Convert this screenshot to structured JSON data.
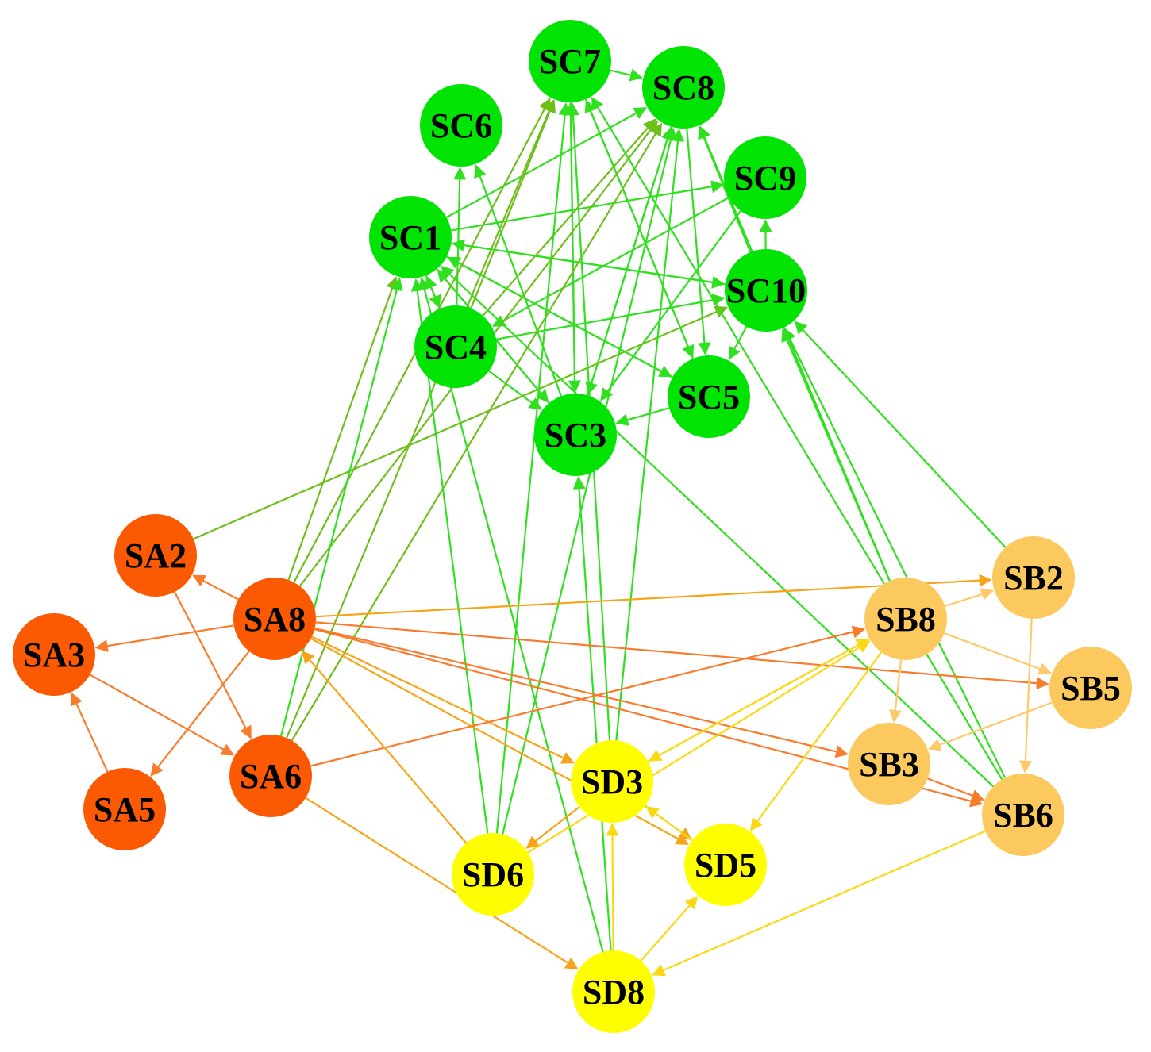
{
  "colors": {
    "SA": "#fb5a02",
    "SB": "#fcc95f",
    "SC": "#01e403",
    "SD": "#fefe01",
    "edge_SA": "#f97b2c",
    "edge_SB": "#fdc96a",
    "edge_SC": "#2fe01e",
    "edge_SC_dark": "#6fbf1a",
    "edge_SD": "#fbd814",
    "edge_SD_orange": "#f8a418"
  },
  "nodes": [
    {
      "id": "SC7",
      "label": "SC7",
      "group": "SC"
    },
    {
      "id": "SC8",
      "label": "SC8",
      "group": "SC"
    },
    {
      "id": "SC6",
      "label": "SC6",
      "group": "SC"
    },
    {
      "id": "SC9",
      "label": "SC9",
      "group": "SC"
    },
    {
      "id": "SC1",
      "label": "SC1",
      "group": "SC"
    },
    {
      "id": "SC10",
      "label": "SC10",
      "group": "SC"
    },
    {
      "id": "SC4",
      "label": "SC4",
      "group": "SC"
    },
    {
      "id": "SC5",
      "label": "SC5",
      "group": "SC"
    },
    {
      "id": "SC3",
      "label": "SC3",
      "group": "SC"
    },
    {
      "id": "SA2",
      "label": "SA2",
      "group": "SA"
    },
    {
      "id": "SA8",
      "label": "SA8",
      "group": "SA"
    },
    {
      "id": "SA3",
      "label": "SA3",
      "group": "SA"
    },
    {
      "id": "SA6",
      "label": "SA6",
      "group": "SA"
    },
    {
      "id": "SA5",
      "label": "SA5",
      "group": "SA"
    },
    {
      "id": "SB2",
      "label": "SB2",
      "group": "SB"
    },
    {
      "id": "SB8",
      "label": "SB8",
      "group": "SB"
    },
    {
      "id": "SB5",
      "label": "SB5",
      "group": "SB"
    },
    {
      "id": "SB3",
      "label": "SB3",
      "group": "SB"
    },
    {
      "id": "SB6",
      "label": "SB6",
      "group": "SB"
    },
    {
      "id": "SD3",
      "label": "SD3",
      "group": "SD"
    },
    {
      "id": "SD6",
      "label": "SD6",
      "group": "SD"
    },
    {
      "id": "SD5",
      "label": "SD5",
      "group": "SD"
    },
    {
      "id": "SD8",
      "label": "SD8",
      "group": "SD"
    }
  ],
  "edges": [
    {
      "from": "SC7",
      "to": "SC8",
      "color": "edge_SC"
    },
    {
      "from": "SC1",
      "to": "SC8",
      "color": "edge_SC"
    },
    {
      "from": "SC1",
      "to": "SC9",
      "color": "edge_SC"
    },
    {
      "from": "SC1",
      "to": "SC4",
      "color": "edge_SC"
    },
    {
      "from": "SC1",
      "to": "SC5",
      "color": "edge_SC"
    },
    {
      "from": "SC1",
      "to": "SC10",
      "color": "edge_SC"
    },
    {
      "from": "SC1",
      "to": "SC3",
      "color": "edge_SC"
    },
    {
      "from": "SC4",
      "to": "SC6",
      "color": "edge_SC"
    },
    {
      "from": "SC4",
      "to": "SC7",
      "color": "edge_SC_dark"
    },
    {
      "from": "SC4",
      "to": "SC8",
      "color": "edge_SC_dark"
    },
    {
      "from": "SC4",
      "to": "SC1",
      "color": "edge_SC"
    },
    {
      "from": "SC4",
      "to": "SC10",
      "color": "edge_SC"
    },
    {
      "from": "SC4",
      "to": "SC3",
      "color": "edge_SC"
    },
    {
      "from": "SC9",
      "to": "SC4",
      "color": "edge_SC"
    },
    {
      "from": "SC9",
      "to": "SC3",
      "color": "edge_SC"
    },
    {
      "from": "SC10",
      "to": "SC8",
      "color": "edge_SC"
    },
    {
      "from": "SC10",
      "to": "SC9",
      "color": "edge_SC"
    },
    {
      "from": "SC10",
      "to": "SC5",
      "color": "edge_SC"
    },
    {
      "from": "SC10",
      "to": "SC1",
      "color": "edge_SC"
    },
    {
      "from": "SC5",
      "to": "SC3",
      "color": "edge_SC"
    },
    {
      "from": "SC5",
      "to": "SC1",
      "color": "edge_SC"
    },
    {
      "from": "SC5",
      "to": "SC7",
      "color": "edge_SC"
    },
    {
      "from": "SC3",
      "to": "SC6",
      "color": "edge_SC"
    },
    {
      "from": "SC3",
      "to": "SC7",
      "color": "edge_SC"
    },
    {
      "from": "SC3",
      "to": "SC8",
      "color": "edge_SC"
    },
    {
      "from": "SC3",
      "to": "SC1",
      "color": "edge_SC"
    },
    {
      "from": "SC8",
      "to": "SC3",
      "color": "edge_SC"
    },
    {
      "from": "SC8",
      "to": "SC5",
      "color": "edge_SC"
    },
    {
      "from": "SC7",
      "to": "SC3",
      "color": "edge_SC"
    },
    {
      "from": "SC7",
      "to": "SC5",
      "color": "edge_SC"
    },
    {
      "from": "SA2",
      "to": "SC10",
      "color": "edge_SC_dark"
    },
    {
      "from": "SA8",
      "to": "SC1",
      "color": "edge_SC_dark"
    },
    {
      "from": "SA8",
      "to": "SC7",
      "color": "edge_SC_dark"
    },
    {
      "from": "SA8",
      "to": "SC8",
      "color": "edge_SC_dark"
    },
    {
      "from": "SA6",
      "to": "SC1",
      "color": "edge_SC"
    },
    {
      "from": "SA6",
      "to": "SC7",
      "color": "edge_SC_dark"
    },
    {
      "from": "SA6",
      "to": "SC8",
      "color": "edge_SC_dark"
    },
    {
      "from": "SB8",
      "to": "SC10",
      "color": "edge_SC"
    },
    {
      "from": "SB8",
      "to": "SC8",
      "color": "edge_SC"
    },
    {
      "from": "SB2",
      "to": "SC10",
      "color": "edge_SC"
    },
    {
      "from": "SB6",
      "to": "SC10",
      "color": "edge_SC"
    },
    {
      "from": "SB6",
      "to": "SC7",
      "color": "edge_SC"
    },
    {
      "from": "SB6",
      "to": "SC1",
      "color": "edge_SC"
    },
    {
      "from": "SD6",
      "to": "SC1",
      "color": "edge_SC"
    },
    {
      "from": "SD6",
      "to": "SC7",
      "color": "edge_SC"
    },
    {
      "from": "SD6",
      "to": "SC8",
      "color": "edge_SC"
    },
    {
      "from": "SD3",
      "to": "SC7",
      "color": "edge_SC"
    },
    {
      "from": "SD3",
      "to": "SC8",
      "color": "edge_SC"
    },
    {
      "from": "SD8",
      "to": "SC3",
      "color": "edge_SC"
    },
    {
      "from": "SD8",
      "to": "SC1",
      "color": "edge_SC"
    },
    {
      "from": "SA8",
      "to": "SA2",
      "color": "edge_SA"
    },
    {
      "from": "SA8",
      "to": "SA3",
      "color": "edge_SA"
    },
    {
      "from": "SA8",
      "to": "SA5",
      "color": "edge_SA"
    },
    {
      "from": "SA2",
      "to": "SA6",
      "color": "edge_SA"
    },
    {
      "from": "SA3",
      "to": "SA6",
      "color": "edge_SA"
    },
    {
      "from": "SA5",
      "to": "SA3",
      "color": "edge_SA"
    },
    {
      "from": "SA8",
      "to": "SB2",
      "color": "edge_SD_orange"
    },
    {
      "from": "SA8",
      "to": "SB5",
      "color": "edge_SA"
    },
    {
      "from": "SA8",
      "to": "SB3",
      "color": "edge_SA"
    },
    {
      "from": "SA8",
      "to": "SB6",
      "color": "edge_SA"
    },
    {
      "from": "SA8",
      "to": "SD3",
      "color": "edge_SD_orange"
    },
    {
      "from": "SA8",
      "to": "SD5",
      "color": "edge_SD_orange"
    },
    {
      "from": "SA6",
      "to": "SB8",
      "color": "edge_SA"
    },
    {
      "from": "SA6",
      "to": "SD8",
      "color": "edge_SD_orange"
    },
    {
      "from": "SD6",
      "to": "SA8",
      "color": "edge_SD_orange"
    },
    {
      "from": "SD3",
      "to": "SD6",
      "color": "edge_SD_orange"
    },
    {
      "from": "SD3",
      "to": "SD5",
      "color": "edge_SD_orange"
    },
    {
      "from": "SD5",
      "to": "SD3",
      "color": "edge_SD"
    },
    {
      "from": "SD8",
      "to": "SD3",
      "color": "edge_SD"
    },
    {
      "from": "SD8",
      "to": "SD5",
      "color": "edge_SD"
    },
    {
      "from": "SD6",
      "to": "SB8",
      "color": "edge_SD"
    },
    {
      "from": "SD3",
      "to": "SB8",
      "color": "edge_SD"
    },
    {
      "from": "SB8",
      "to": "SD3",
      "color": "edge_SD"
    },
    {
      "from": "SB8",
      "to": "SD5",
      "color": "edge_SD"
    },
    {
      "from": "SB6",
      "to": "SD8",
      "color": "edge_SD"
    },
    {
      "from": "SB8",
      "to": "SB2",
      "color": "edge_SB"
    },
    {
      "from": "SB8",
      "to": "SB5",
      "color": "edge_SB"
    },
    {
      "from": "SB8",
      "to": "SB3",
      "color": "edge_SB"
    },
    {
      "from": "SB2",
      "to": "SB6",
      "color": "edge_SB"
    },
    {
      "from": "SB5",
      "to": "SB3",
      "color": "edge_SB"
    },
    {
      "from": "SB3",
      "to": "SB6",
      "color": "edge_SA"
    }
  ]
}
